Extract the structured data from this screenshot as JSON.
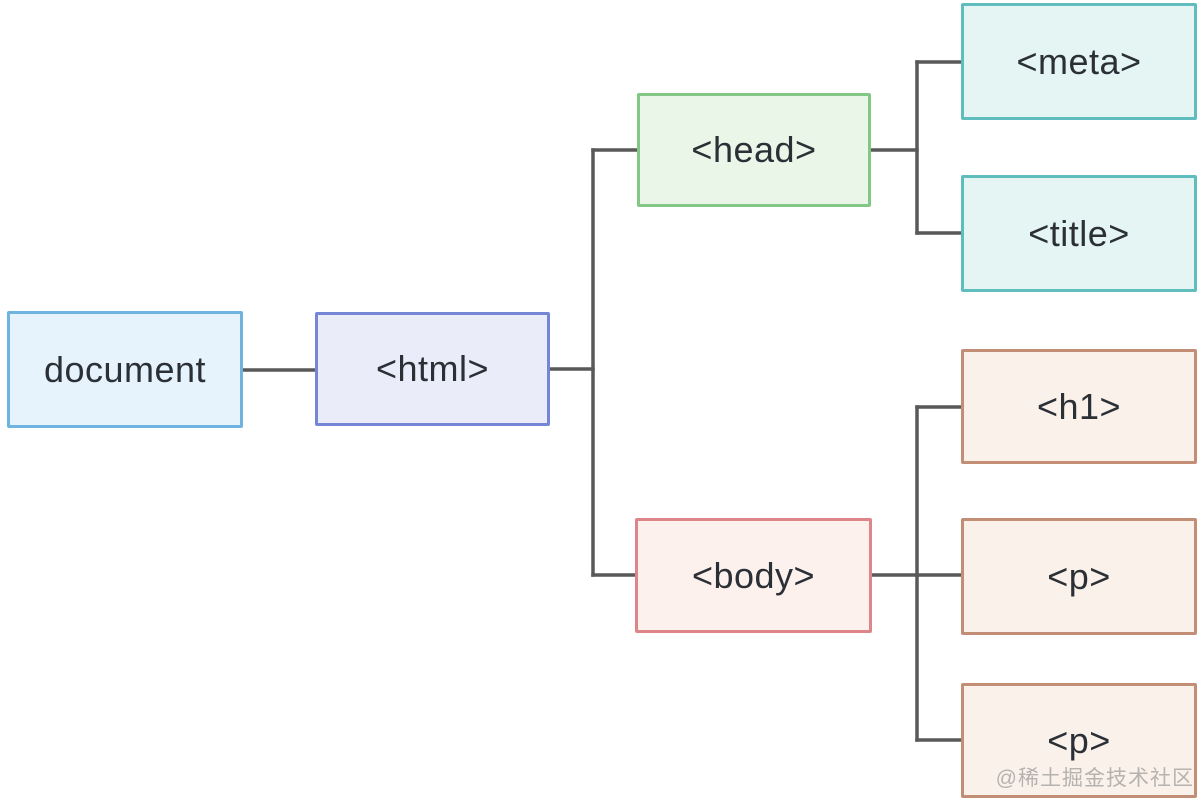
{
  "diagram": {
    "type": "tree",
    "description": "HTML DOM tree diagram",
    "connector_color": "#595959",
    "watermark": "@稀土掘金技术社区",
    "nodes": {
      "document": {
        "label": "document",
        "fill": "#e6f3fc",
        "border": "#6fb4e0"
      },
      "html": {
        "label": "<html>",
        "fill": "#eaecf9",
        "border": "#7586d6"
      },
      "head": {
        "label": "<head>",
        "fill": "#e9f6e8",
        "border": "#82c786"
      },
      "body": {
        "label": "<body>",
        "fill": "#fdf1ee",
        "border": "#de8589"
      },
      "meta": {
        "label": "<meta>",
        "fill": "#e4f5f3",
        "border": "#5fbdbd"
      },
      "title": {
        "label": "<title>",
        "fill": "#e4f5f3",
        "border": "#5fbdbd"
      },
      "h1": {
        "label": "<h1>",
        "fill": "#faf1ea",
        "border": "#c28e76"
      },
      "p1": {
        "label": "<p>",
        "fill": "#faf1ea",
        "border": "#c28e76"
      },
      "p2": {
        "label": "<p>",
        "fill": "#faf1ea",
        "border": "#c28e76"
      }
    },
    "edges": [
      {
        "from": "document",
        "to": "html"
      },
      {
        "from": "html",
        "to": "head"
      },
      {
        "from": "html",
        "to": "body"
      },
      {
        "from": "head",
        "to": "meta"
      },
      {
        "from": "head",
        "to": "title"
      },
      {
        "from": "body",
        "to": "h1"
      },
      {
        "from": "body",
        "to": "p1"
      },
      {
        "from": "body",
        "to": "p2"
      }
    ]
  }
}
